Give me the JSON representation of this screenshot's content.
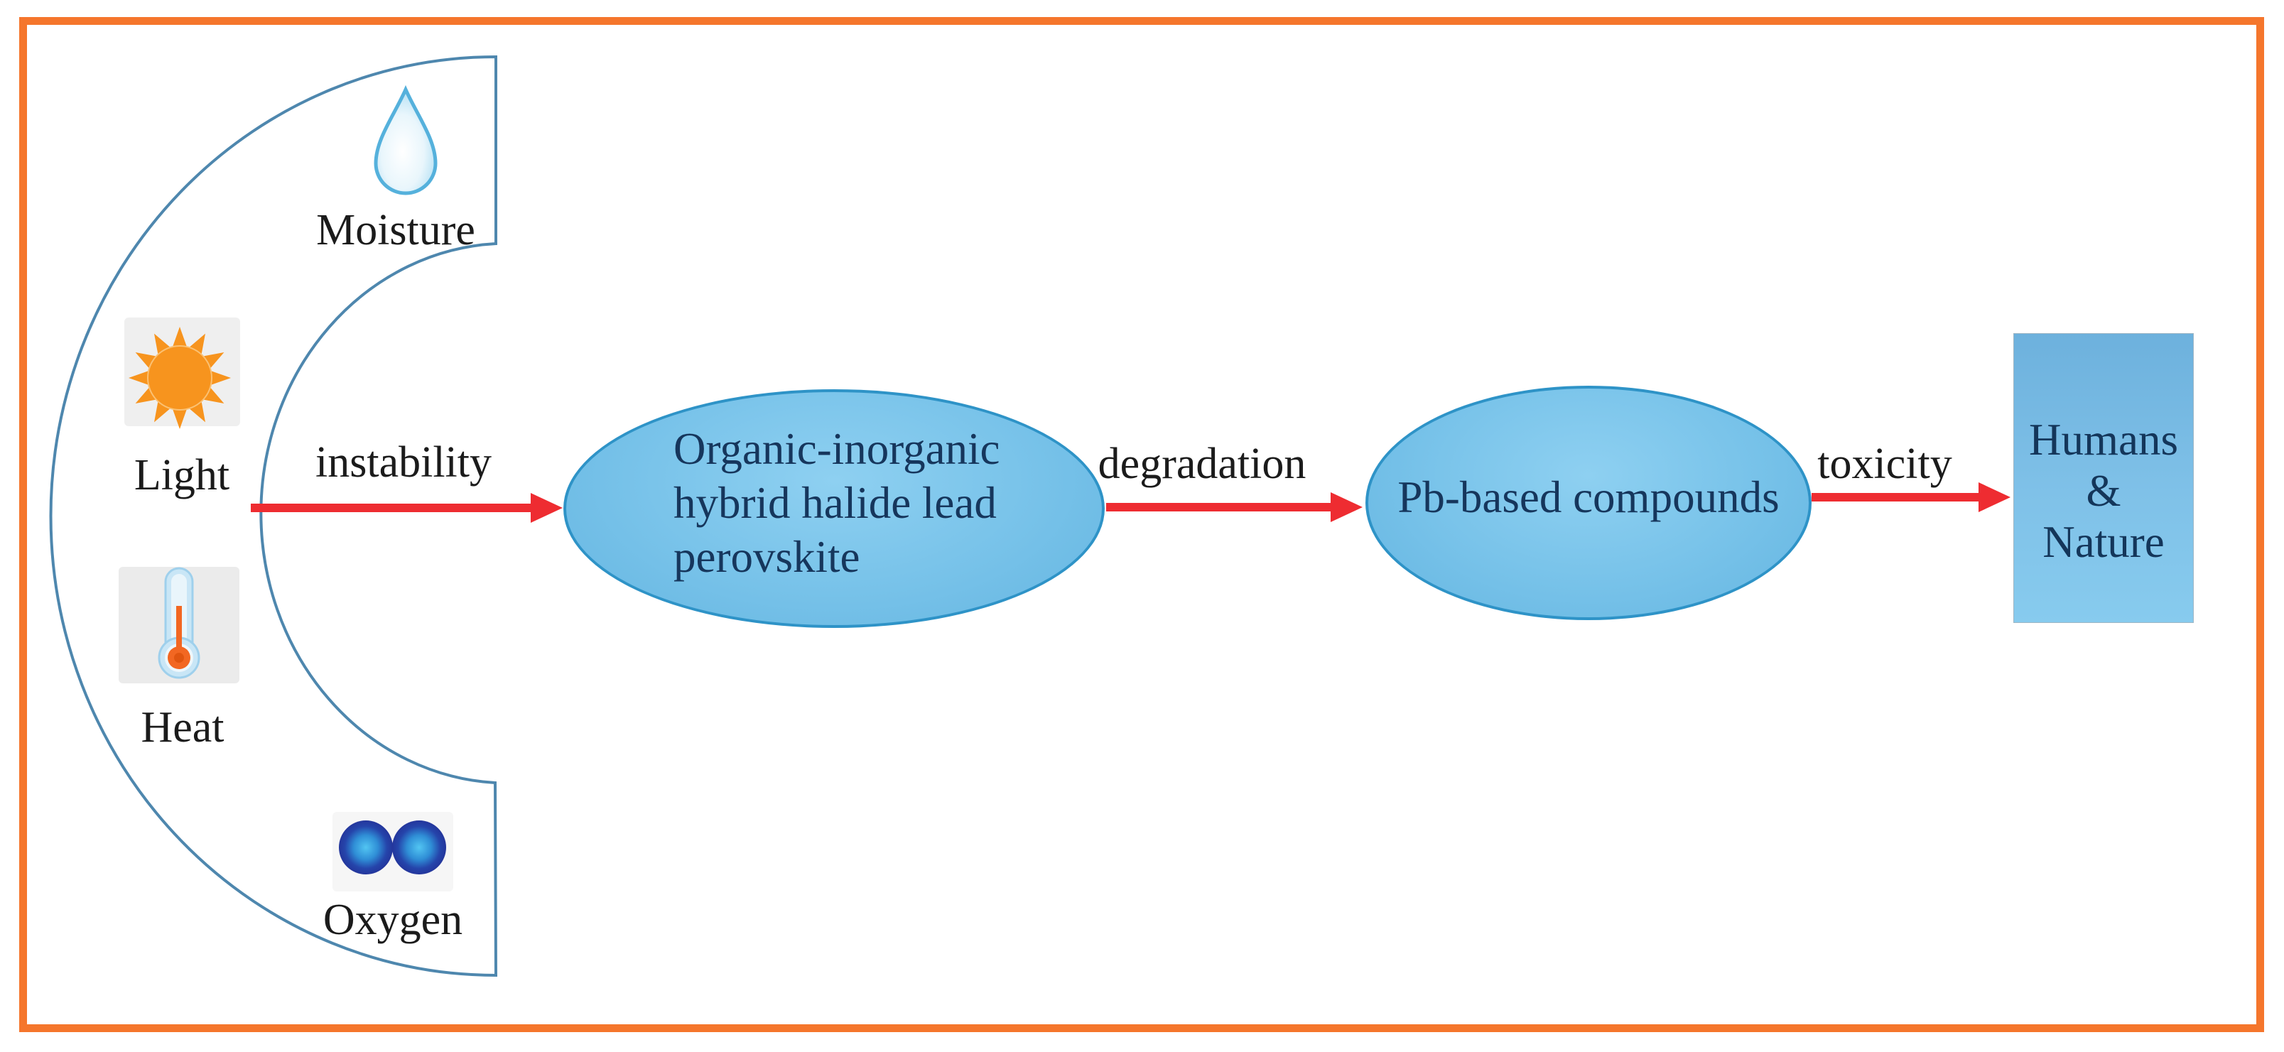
{
  "figure": {
    "type": "perovskite degradation and toxicity schematic",
    "background": "#ffffff",
    "border_color": "#f5762c"
  },
  "environmental_factors": [
    {
      "id": "moisture",
      "label": "Moisture",
      "icon": "water-droplet-icon"
    },
    {
      "id": "light",
      "label": "Light",
      "icon": "sun-icon"
    },
    {
      "id": "heat",
      "label": "Heat",
      "icon": "thermometer-icon"
    },
    {
      "id": "oxygen",
      "label": "Oxygen",
      "icon": "oxygen-molecule-icon"
    }
  ],
  "process_flow": {
    "arrow_labels": [
      "instability",
      "degradation",
      "toxicity"
    ],
    "nodes": [
      {
        "id": "perovskite",
        "shape": "ellipse",
        "text": "Organic-inorganic\nhybrid halide lead\nperovskite"
      },
      {
        "id": "pb-compounds",
        "shape": "ellipse",
        "text": "Pb-based compounds"
      },
      {
        "id": "humans-nature",
        "shape": "rectangle",
        "text": "Humans\n&\nNature"
      }
    ]
  },
  "colors": {
    "frame_orange": "#f5762c",
    "arrow_red": "#ee2c31",
    "arc_blue": "#4e87ae",
    "node_fill": "#77c2e9",
    "node_border": "#2e93c7",
    "node_text": "#16365c",
    "label_text": "#1b1b1b",
    "rect_fill_top": "#6db1dd",
    "rect_fill_bottom": "#87cbee",
    "sun_orange": "#f7941e",
    "mercury_orange": "#f26722",
    "droplet_blue": "#55b1dc",
    "oxygen_core": "#52c5f2",
    "oxygen_rim": "#24369c"
  }
}
